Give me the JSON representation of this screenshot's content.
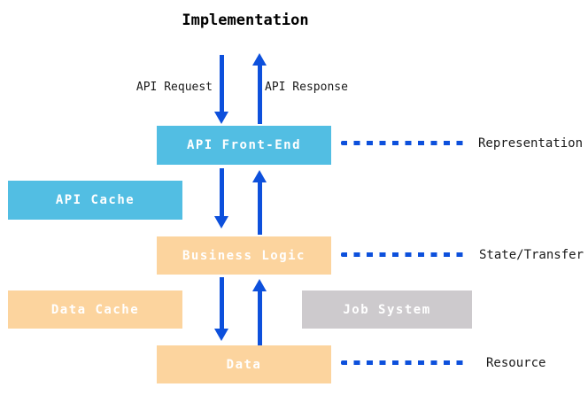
{
  "title": "Implementation",
  "colors": {
    "box-blue": "#52BEE3",
    "box-orange": "#FCD49E",
    "box-gray": "#CDCACD",
    "arrow-blue": "#0D50DC",
    "label-text": "#1A1A1A",
    "box-text": "#FFFFFF"
  },
  "flow_labels": {
    "request": "API Request",
    "response": "API Response"
  },
  "nodes": {
    "api_front_end": "API Front-End",
    "api_cache": "API Cache",
    "business_logic": "Business Logic",
    "data_cache": "Data Cache",
    "job_system": "Job System",
    "data": "Data"
  },
  "layers": {
    "representation": "Representation",
    "state_transfer": "State/Transfer",
    "resource": "Resource"
  }
}
